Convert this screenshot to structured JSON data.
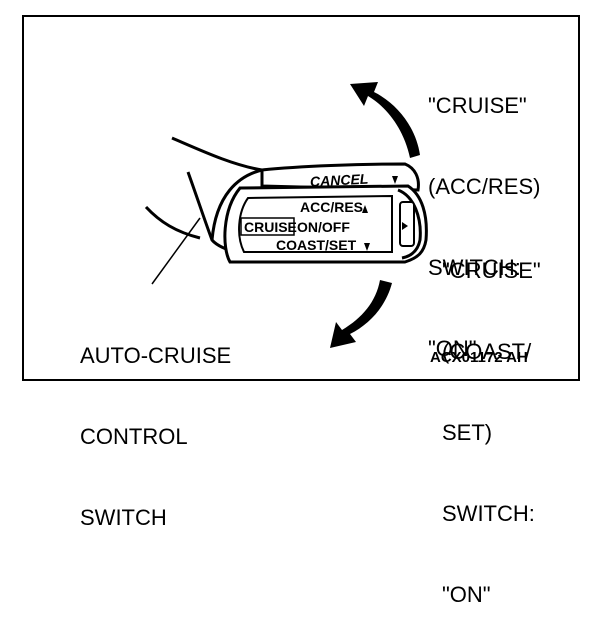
{
  "labels": {
    "acc_res_lines": [
      "\"CRUISE\"",
      "(ACC/RES)",
      "SWITCH:",
      "\"ON\""
    ],
    "coast_set_lines": [
      "\"CRUISE\"",
      "(COAST/",
      "SET)",
      "SWITCH:",
      "\"ON\""
    ],
    "auto_cruise_lines": [
      "AUTO-CRUISE",
      "CONTROL",
      "SWITCH"
    ],
    "figure_code": "ACX01172 AH"
  },
  "switch_face": {
    "cancel": "CANCEL",
    "acc_res": "ACC/RES",
    "cruise": "CRUISE",
    "on_off": "ON/OFF",
    "coast_set": "COAST/SET"
  }
}
